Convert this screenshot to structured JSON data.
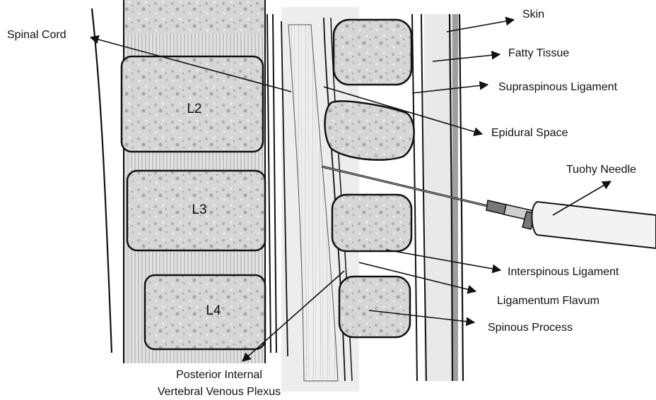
{
  "labels": {
    "spinal_cord": "Spinal Cord",
    "skin": "Skin",
    "fatty_tissue": "Fatty Tissue",
    "supraspinous_ligament": "Supraspinous Ligament",
    "epidural_space": "Epidural Space",
    "tuohy_needle": "Tuohy Needle",
    "interspinous_ligament": "Interspinous Ligament",
    "ligamentum_flavum": "Ligamentum Flavum",
    "spinous_process": "Spinous Process",
    "venous_plexus_line1": "Posterior Internal",
    "venous_plexus_line2": "Vertebral Venous Plexus"
  },
  "vertebrae": {
    "l2": "L2",
    "l3": "L3",
    "l4": "L4"
  }
}
